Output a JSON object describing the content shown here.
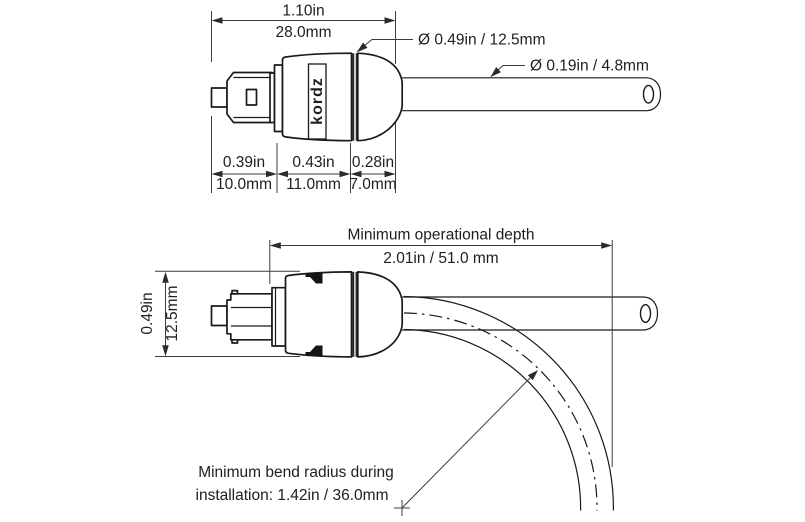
{
  "colors": {
    "background": "#ffffff",
    "line": "#1a1a1a",
    "dimension": "#3c3c3c",
    "text": "#202020"
  },
  "top_view": {
    "overall_length_in": "1.10in",
    "overall_length_mm": "28.0mm",
    "body_diameter": "Ø 0.49in / 12.5mm",
    "cable_diameter": "Ø 0.19in / 4.8mm",
    "segments": [
      {
        "in": "0.39in",
        "mm": "10.0mm"
      },
      {
        "in": "0.43in",
        "mm": "11.0mm"
      },
      {
        "in": "0.28in",
        "mm": "7.0mm"
      }
    ],
    "brand": "kordz"
  },
  "side_view": {
    "depth_title": "Minimum operational depth",
    "depth_value": "2.01in / 51.0 mm",
    "height_in": "0.49in",
    "height_mm": "12.5mm",
    "bend_note_line1": "Minimum bend radius during",
    "bend_note_line2": "installation: 1.42in / 36.0mm"
  }
}
